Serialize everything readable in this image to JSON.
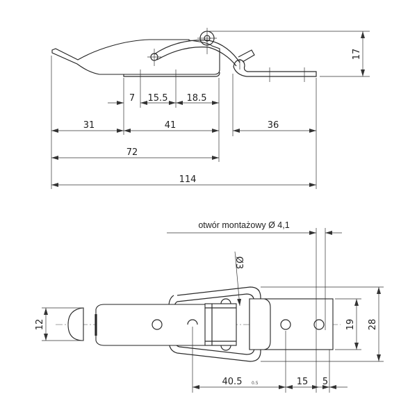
{
  "top_view": {
    "dimensions": {
      "height": "17",
      "d7": "7",
      "d15_5": "15.5",
      "d18_5": "18.5",
      "d31": "31",
      "d41": "41",
      "d36": "36",
      "d72": "72",
      "d114": "114"
    }
  },
  "bottom_view": {
    "mounting_hole_label": "otwór montażowy Ø 4,1",
    "pin_diameter": "Ø3",
    "dimensions": {
      "d12": "12",
      "d19": "19",
      "d28": "28",
      "d40_5": "40.5",
      "tolerance": "0.5",
      "d15": "15",
      "d5": "5"
    }
  }
}
